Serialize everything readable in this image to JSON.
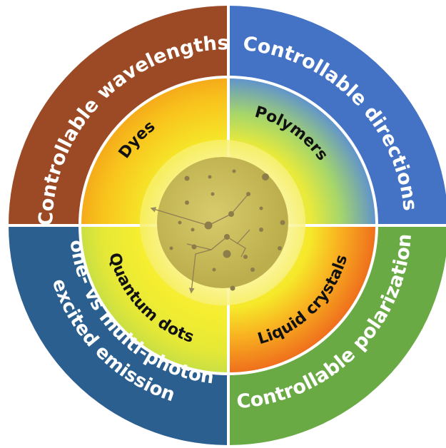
{
  "outer_ring": {
    "top_left": {
      "label": "Controllable wavelengths",
      "color": "#9c4a25"
    },
    "top_right": {
      "label": "Controllable directions",
      "color": "#4472c4"
    },
    "bottom_left": {
      "line1": "one- vs multi-photon",
      "line2": "excited emission",
      "color": "#2b5f8f"
    },
    "bottom_right": {
      "label": "Controllable polarization",
      "color": "#6aaa44"
    },
    "divider_color": "#ffffff"
  },
  "inner_ring": {
    "top_left": {
      "label": "Dyes"
    },
    "top_right": {
      "label": "Polymers"
    },
    "bottom_left": {
      "label": "Quantum dots"
    },
    "bottom_right": {
      "label": "Liquid crystals"
    }
  },
  "core": {
    "color": "#c9b95a",
    "glow_color": "#f6ee6a"
  }
}
